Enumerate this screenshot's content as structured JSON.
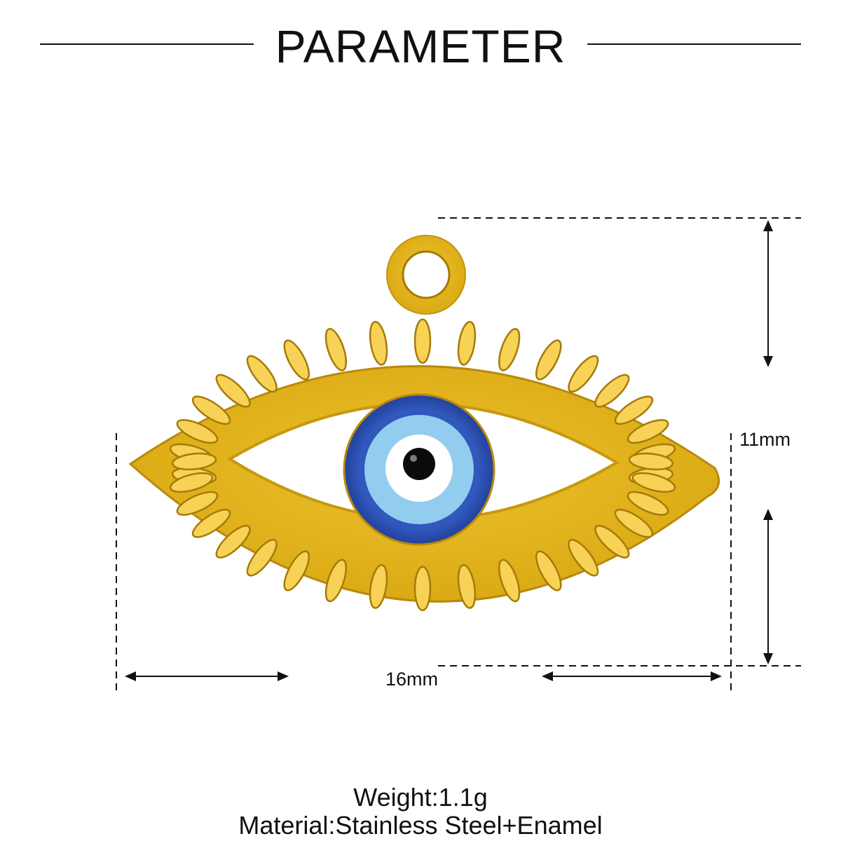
{
  "header": {
    "title": "PARAMETER"
  },
  "dimensions": {
    "height_label": "11mm",
    "width_label": "16mm"
  },
  "specs": {
    "weight": "Weight:1.1g",
    "material": "Material:Stainless Steel+Enamel"
  },
  "colors": {
    "gold": "#e4b520",
    "gold_dark": "#a67a08",
    "gold_highlight": "#f7d256",
    "iris_dark": "#2d52b6",
    "iris_light": "#8fcbef",
    "enamel": "#ffffff",
    "line": "#111111"
  }
}
